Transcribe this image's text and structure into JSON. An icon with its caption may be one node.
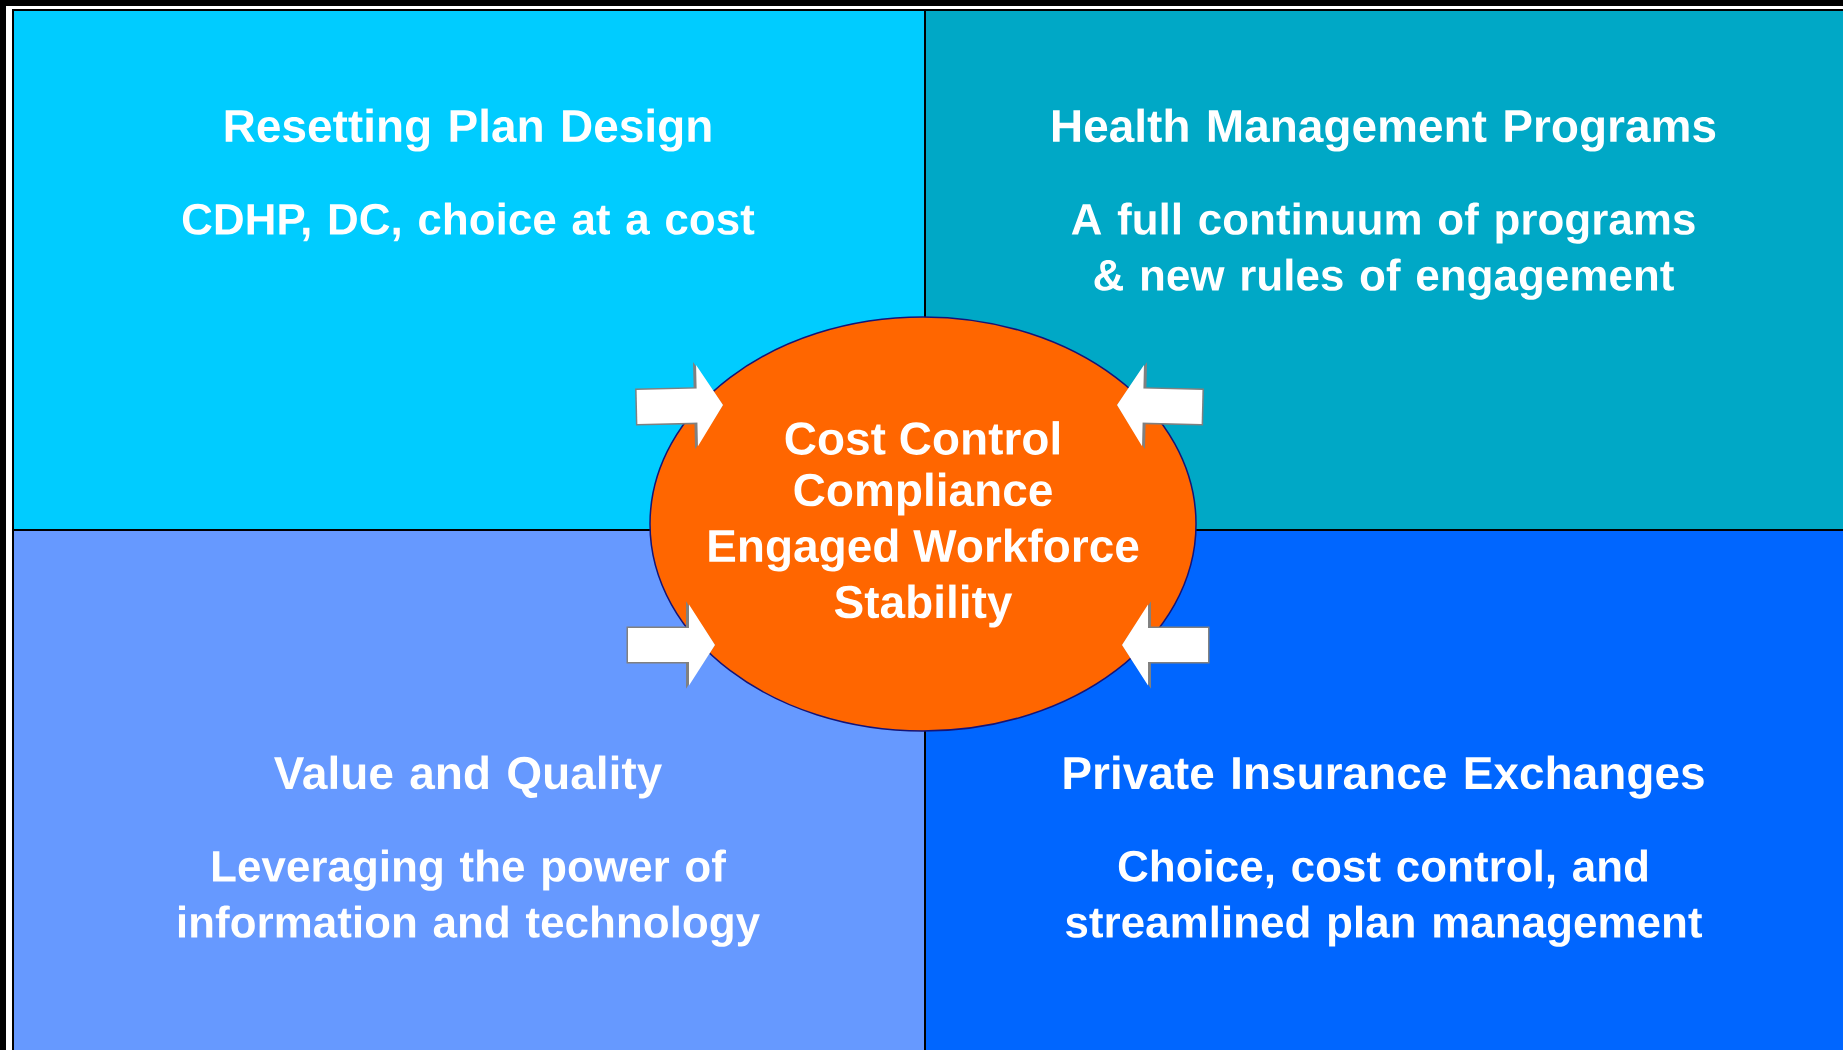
{
  "diagram": {
    "nodes": [
      {
        "text": [
          "Resetting Plan Design",
          "CDHP, DC, choice at a cost"
        ]
      },
      {
        "text": [
          "Health Management Programs",
          "A full continuum of programs & new rules of engagement"
        ]
      },
      {
        "text": [
          "Value and Quality",
          "Leveraging the power of information and technology"
        ]
      },
      {
        "text": [
          "Private Insurance Exchanges",
          "Choice, cost control, and streamlined plan management"
        ]
      },
      {
        "text": [
          "Cost Control",
          "Compliance",
          "Engaged Workforce",
          "Stability"
        ]
      }
    ],
    "edges": [
      {
        "from": 0,
        "to": 4,
        "arrow": "to"
      },
      {
        "from": 1,
        "to": 4,
        "arrow": "to"
      },
      {
        "from": 2,
        "to": 4,
        "arrow": "to"
      },
      {
        "from": 3,
        "to": 4,
        "arrow": "to"
      }
    ]
  }
}
